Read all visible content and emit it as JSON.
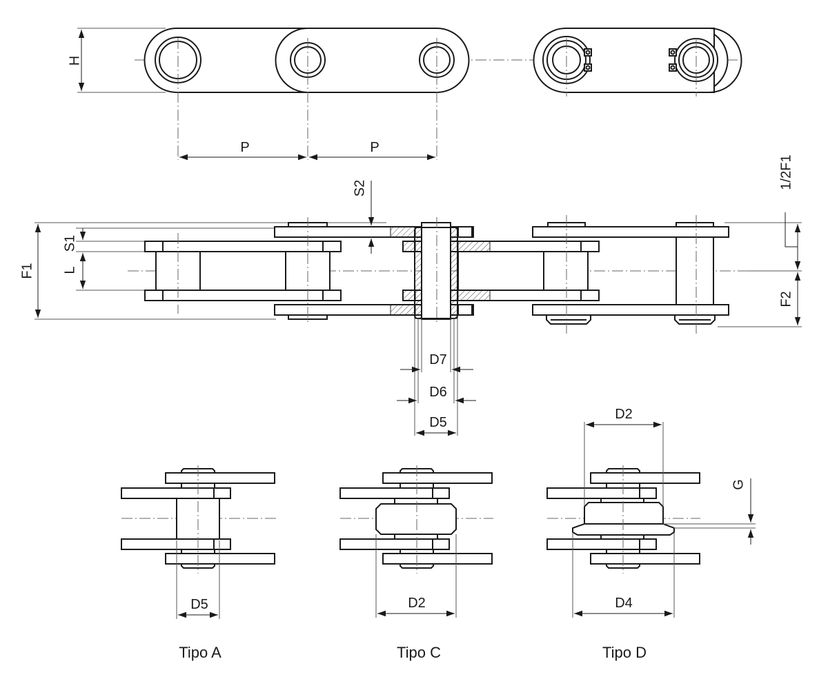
{
  "dimensions": {
    "H": "H",
    "P": "P",
    "S2": "S2",
    "half_F1": "1/2F1",
    "F1": "F1",
    "S1": "S1",
    "L": "L",
    "F2": "F2",
    "D7": "D7",
    "D6": "D6",
    "D5": "D5",
    "D2": "D2",
    "G": "G",
    "D4": "D4"
  },
  "types": {
    "a": "Tipo A",
    "c": "Tipo C",
    "d": "Tipo D"
  }
}
